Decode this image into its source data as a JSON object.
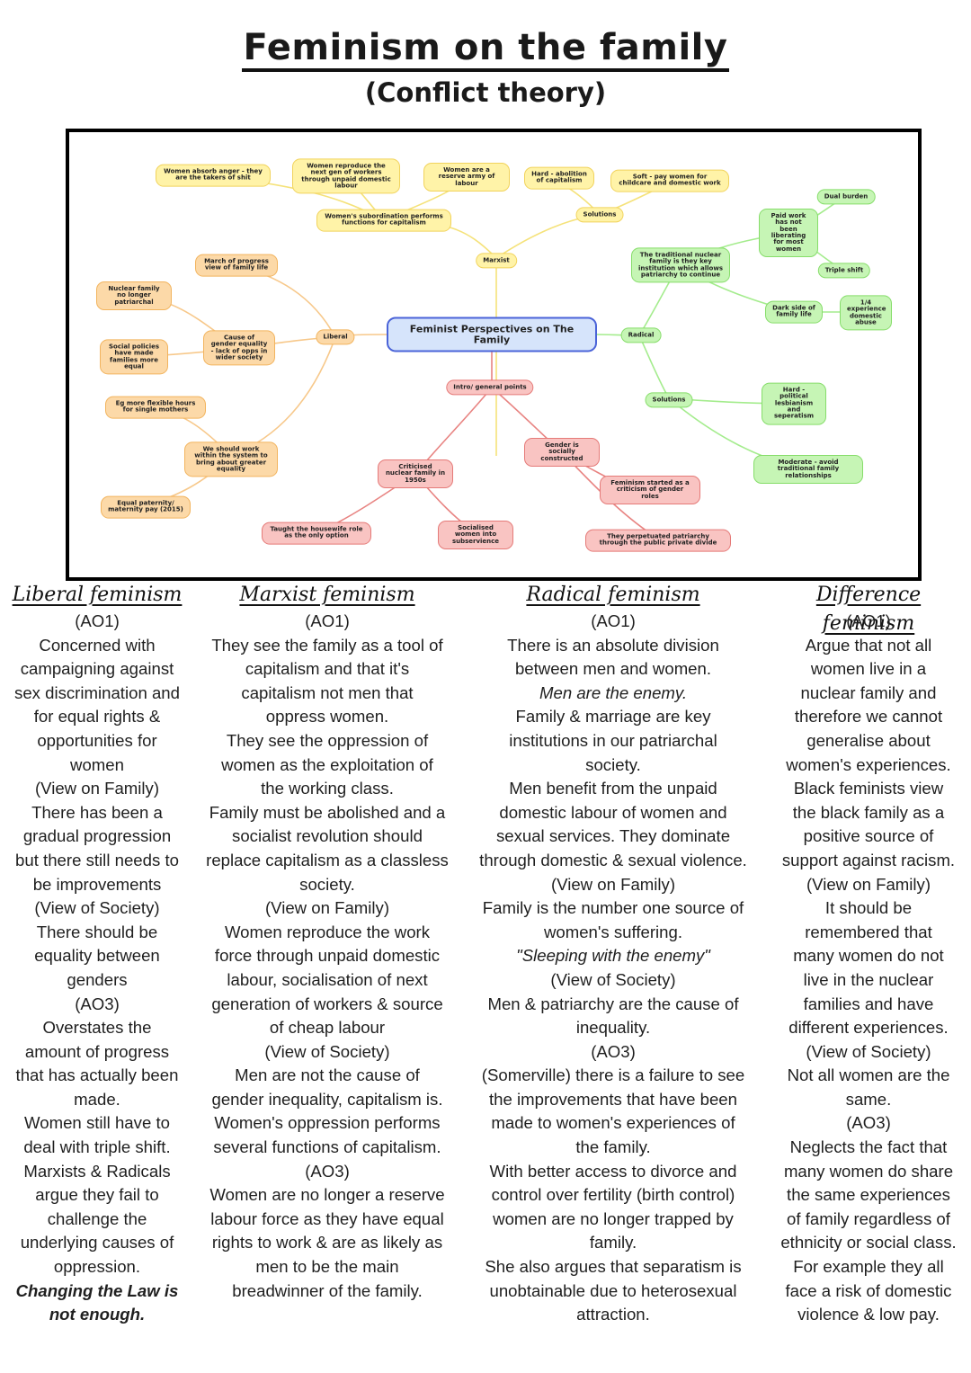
{
  "title": "Feminism on the family",
  "subtitle": "(Conflict theory)",
  "mindmap": {
    "center": "Feminist Perspectives on The Family",
    "marxist": {
      "label": "Marxist",
      "subordination": "Women's subordination performs functions for capitalism",
      "anger": "Women absorb anger - they are the takers of shit",
      "reproduce": "Women reproduce the next gen of workers through unpaid domestic labour",
      "reserve": "Women are a reserve army of labour",
      "solutions": "Solutions",
      "hard": "Hard - abolition of capitalism",
      "soft": "Soft - pay women for childcare and domestic work"
    },
    "liberal": {
      "label": "Liberal",
      "march": "March of progress view of family life",
      "cause": "Cause of gender equality - lack of opps in wider society",
      "nuclear": "Nuclear family no longer patriarchal",
      "policies": "Social policies have made families more equal",
      "flexible": "Eg more flexible hours for single mothers",
      "work_within": "We should work within the system to bring about greater equality",
      "paternity": "Equal paternity/ maternity pay (2015)"
    },
    "radical": {
      "label": "Radical",
      "traditional": "The traditional nuclear family is they key institution which allows patriarchy to continue",
      "paid_work": "Paid work has not been liberating for most women",
      "dual": "Dual burden",
      "triple": "Triple shift",
      "dark": "Dark side of family life",
      "quarter": "1/4 experience domestic abuse",
      "solutions": "Solutions",
      "hard": "Hard - political lesbianism and seperatism",
      "moderate": "Moderate - avoid traditional family relationships"
    },
    "intro": {
      "label": "Intro/ general points",
      "criticised": "Criticised nuclear family in 1950s",
      "taught": "Taught the housewife role as the only option",
      "socialised": "Socialised women into subservience",
      "gender": "Gender is socially constructed",
      "started": "Feminism started as a criticism of gender roles",
      "perpetuated": "They perpetuated patriarchy through the public private divide"
    }
  },
  "columns": {
    "liberal": {
      "heading": "Liberal feminism",
      "lines": [
        "(AO1)",
        "Concerned with",
        "campaigning against",
        "sex discrimination and",
        "for equal rights &",
        "opportunities for",
        "women",
        "(View on Family)",
        "There has been a",
        "gradual progression",
        "but there still needs to",
        "be improvements",
        "(View of Society)",
        "There should be",
        "equality between",
        "genders",
        "(AO3)",
        "Overstates the",
        "amount of progress",
        "that has actually been",
        "made.",
        "Women still have to",
        "deal with triple shift.",
        "Marxists & Radicals",
        "argue they fail to",
        "challenge the",
        "underlying causes of",
        "oppression.",
        "Changing the Law is",
        "not enough."
      ]
    },
    "marxist": {
      "heading": "Marxist feminism",
      "lines": [
        "(AO1)",
        "They see the family as a tool of",
        "capitalism and that it's",
        "capitalism not men that",
        "oppress women.",
        "They see the oppression of",
        "women as the exploitation of",
        "the working class.",
        "Family must be abolished and a",
        "socialist revolution should",
        "replace capitalism as a classless",
        "society.",
        "(View on Family)",
        "Women reproduce the work",
        "force through unpaid domestic",
        "labour, socialisation of next",
        "generation of workers & source",
        "of cheap labour",
        "(View of Society)",
        "Men are not the cause of",
        "gender inequality, capitalism is.",
        "Women's oppression performs",
        "several functions of capitalism.",
        "(AO3)",
        "Women are no longer a reserve",
        "labour force as they have equal",
        "rights to work & are as likely as",
        "men to be the main",
        "breadwinner of the family."
      ]
    },
    "radical": {
      "heading": "Radical feminism",
      "lines": [
        "(AO1)",
        "There is an absolute division",
        "between men and women.",
        "Men are the enemy.",
        "Family & marriage are key",
        "institutions in our patriarchal",
        "society.",
        "Men benefit from the unpaid",
        "domestic labour of women and",
        "sexual services. They dominate",
        "through domestic & sexual violence.",
        "(View on Family)",
        "Family is the number one source of",
        "women's suffering.",
        "\"Sleeping with the enemy\"",
        "(View of Society)",
        "Men & patriarchy are the cause of",
        "inequality.",
        "(AO3)",
        "(Somerville) there is a failure to see",
        "the improvements that have been",
        "made to women's experiences of",
        "the family.",
        "With better access to divorce and",
        "control over fertility (birth control)",
        "women are no longer trapped by",
        "family.",
        "She also argues that separatism is",
        "unobtainable due to heterosexual",
        "attraction."
      ]
    },
    "difference": {
      "heading": "Difference feminism",
      "lines": [
        "(AO1)",
        "Argue that not all",
        "women live in a",
        "nuclear family and",
        "therefore we cannot",
        "generalise about",
        "women's experiences.",
        "Black feminists view",
        "the black family as a",
        "positive source of",
        "support against racism.",
        "(View on Family)",
        "It should be",
        "remembered that",
        "many women do not",
        "live in the nuclear",
        "families and have",
        "different experiences.",
        "(View of Society)",
        "Not all women are the",
        "same.",
        "(AO3)",
        "Neglects the fact that",
        "many women do share",
        "the same experiences",
        "of family regardless of",
        "ethnicity or social class.",
        "For example they all",
        "face a risk of domestic",
        "violence & low pay."
      ]
    }
  }
}
